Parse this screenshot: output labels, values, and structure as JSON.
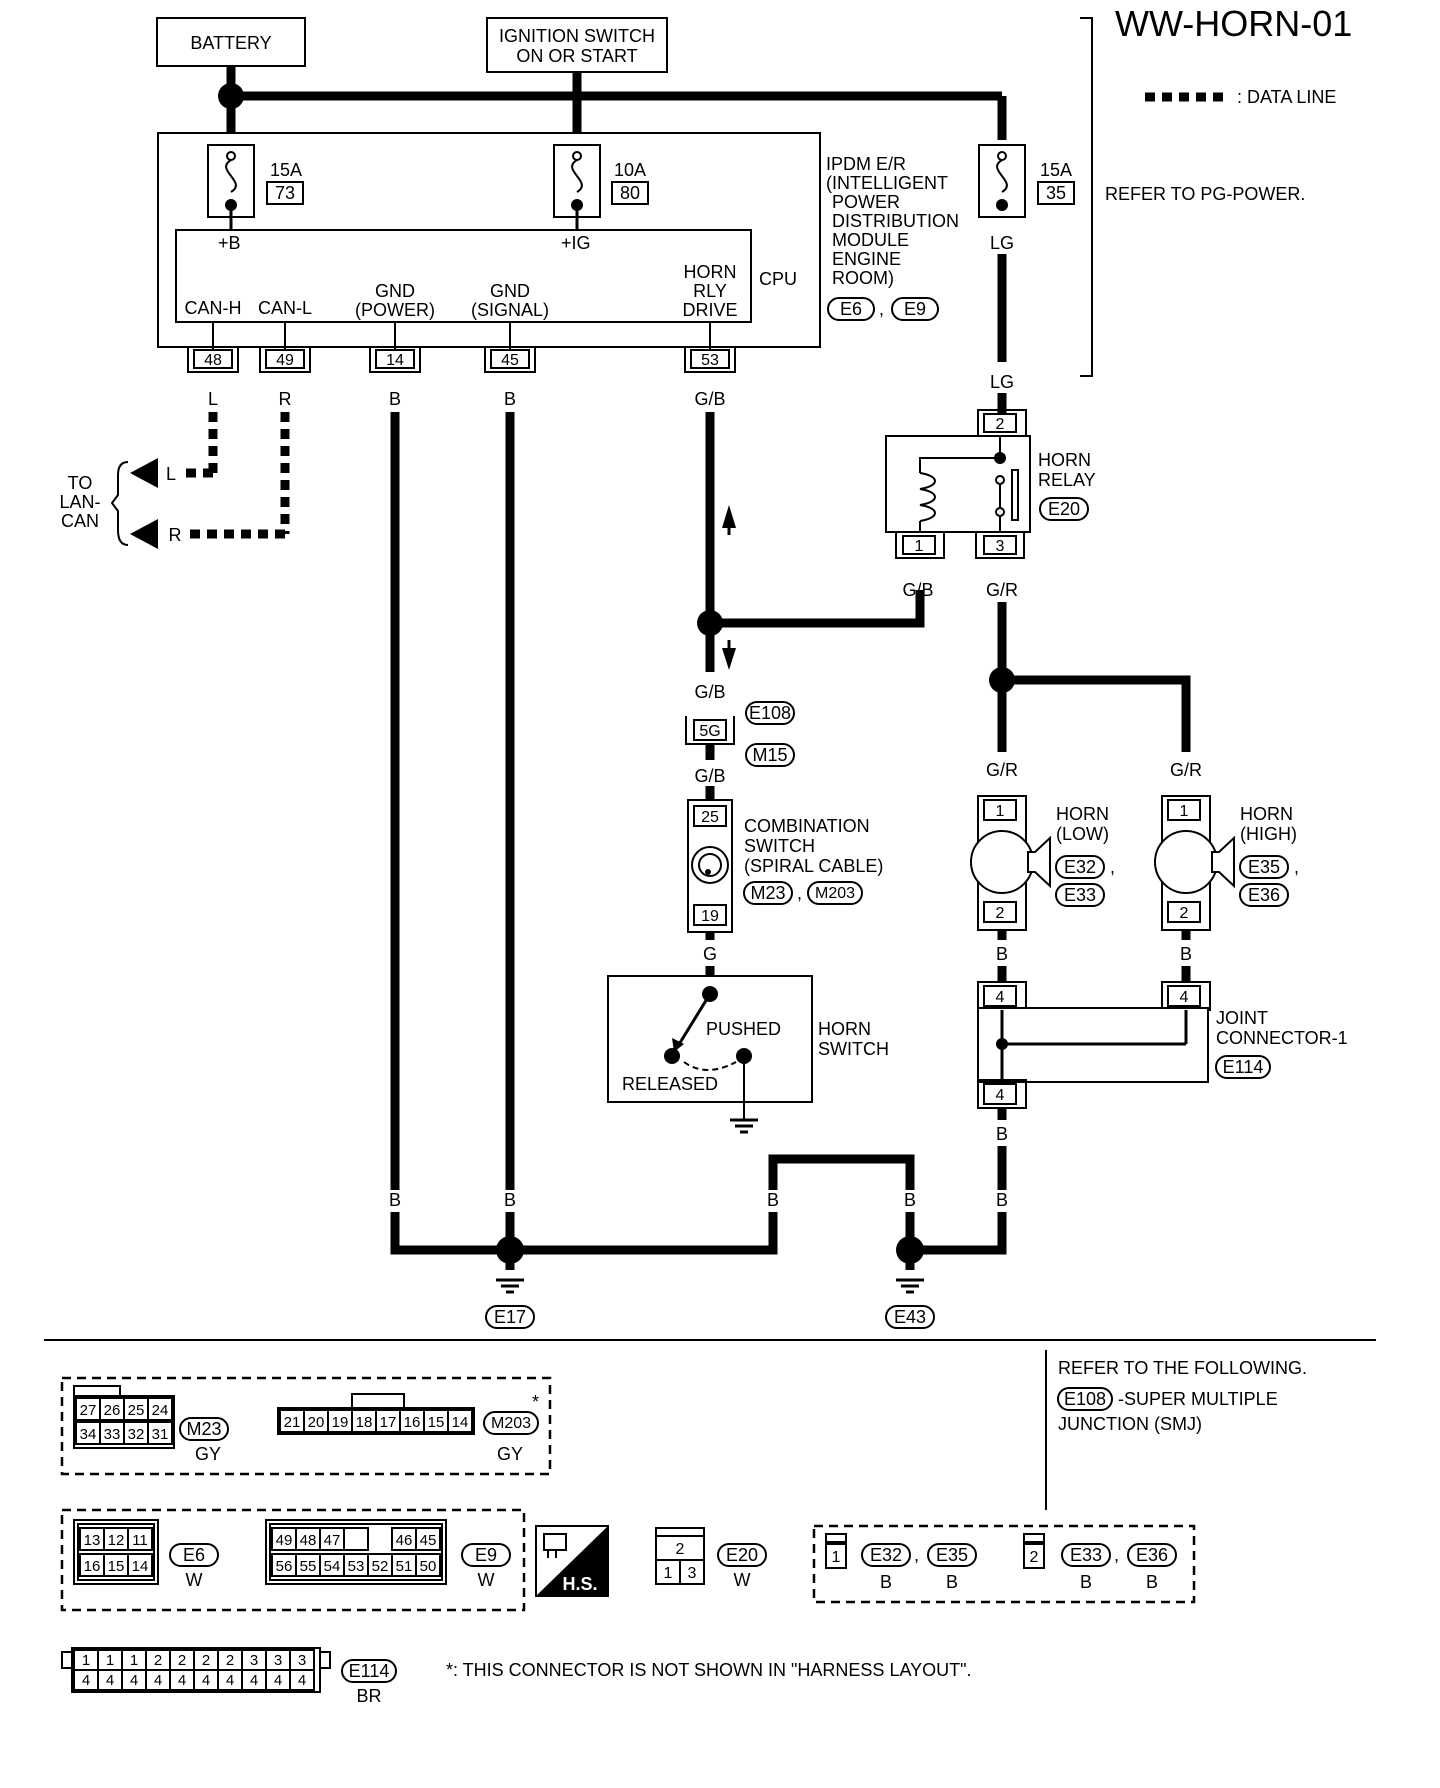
{
  "title": "WW-HORN-01",
  "legend": {
    "data_line": ": DATA LINE"
  },
  "sources": {
    "battery": "BATTERY",
    "ignition_1": "IGNITION SWITCH",
    "ignition_2": "ON OR START"
  },
  "ipdm": {
    "label": [
      "IPDM E/R",
      "(INTELLIGENT",
      "POWER",
      "DISTRIBUTION",
      "MODULE",
      "ENGINE",
      "ROOM)"
    ],
    "connectors": [
      "E6",
      "E9"
    ],
    "cpu": "CPU",
    "fuse_b": {
      "amp": "15A",
      "no": "73",
      "term": "+B"
    },
    "fuse_ig": {
      "amp": "10A",
      "no": "80",
      "term": "+IG"
    },
    "pins": [
      {
        "label": [
          "CAN-H"
        ],
        "no": "48",
        "color": "L"
      },
      {
        "label": [
          "CAN-L"
        ],
        "no": "49",
        "color": "R"
      },
      {
        "label": [
          "GND",
          "(POWER)"
        ],
        "no": "14",
        "color": "B"
      },
      {
        "label": [
          "GND",
          "(SIGNAL)"
        ],
        "no": "45",
        "color": "B"
      },
      {
        "label": [
          "HORN",
          "RLY",
          "DRIVE"
        ],
        "no": "53",
        "color": "G/B"
      }
    ]
  },
  "fuse35": {
    "amp": "15A",
    "no": "35",
    "color_out": "LG",
    "color_in": "LG"
  },
  "refer_pg": "REFER TO PG-POWER.",
  "lan": {
    "label": [
      "TO",
      "LAN-",
      "CAN"
    ],
    "l": "L",
    "r": "R"
  },
  "relay": {
    "label": [
      "HORN",
      "RELAY"
    ],
    "conn": "E20",
    "pin_top": "2",
    "pin_coil": "1",
    "pin_sw": "3",
    "wire_coil": "G/B",
    "wire_sw": "G/R"
  },
  "smj": {
    "pin": "5G",
    "conn_top": "E108",
    "conn_bot": "M15",
    "wire_top": "G/B",
    "wire_bot": "G/B"
  },
  "combo": {
    "label": [
      "COMBINATION",
      "SWITCH",
      "(SPIRAL CABLE)"
    ],
    "pin_top": "25",
    "pin_bot": "19",
    "conn1": "M23",
    "conn2": "M203",
    "wire": "G"
  },
  "horn_switch": {
    "label": [
      "HORN",
      "SWITCH"
    ],
    "pushed": "PUSHED",
    "released": "RELEASED"
  },
  "horn_low": {
    "label": [
      "HORN",
      "(LOW)"
    ],
    "conn1": "E32",
    "conn2": "E33",
    "pin1": "1",
    "pin2": "2",
    "wire_in": "G/R",
    "wire_out": "B"
  },
  "horn_high": {
    "label": [
      "HORN",
      "(HIGH)"
    ],
    "conn1": "E35",
    "conn2": "E36",
    "pin1": "1",
    "pin2": "2",
    "wire_in": "G/R",
    "wire_out": "B"
  },
  "joint": {
    "label": [
      "JOINT",
      "CONNECTOR-1"
    ],
    "conn": "E114",
    "pin": "4",
    "wire": "B"
  },
  "grounds": {
    "g1": "E17",
    "g2": "E43",
    "wire": "B"
  },
  "comma": ",",
  "refer_following": [
    "REFER TO THE FOLLOWING.",
    "-SUPER MULTIPLE",
    "JUNCTION (SMJ)"
  ],
  "refer_conn": "E108",
  "note": "*: THIS CONNECTOR IS NOT SHOWN IN \"HARNESS LAYOUT\".",
  "star": "*",
  "hs": "H.S.",
  "conn_views": {
    "m23": {
      "name": "M23",
      "color": "GY",
      "row1": [
        "27",
        "26",
        "25",
        "24"
      ],
      "row2": [
        "34",
        "33",
        "32",
        "31"
      ]
    },
    "m203": {
      "name": "M203",
      "color": "GY",
      "row": [
        "21",
        "20",
        "19",
        "18",
        "17",
        "16",
        "15",
        "14"
      ]
    },
    "e6": {
      "name": "E6",
      "color": "W",
      "row1": [
        "13",
        "12",
        "11"
      ],
      "row2": [
        "16",
        "15",
        "14"
      ]
    },
    "e9": {
      "name": "E9",
      "color": "W",
      "row1": [
        "49",
        "48",
        "47",
        "",
        "46",
        "45"
      ],
      "row2": [
        "56",
        "55",
        "54",
        "53",
        "52",
        "51",
        "50"
      ]
    },
    "e20": {
      "name": "E20",
      "color": "W",
      "top": "2",
      "bot": [
        "1",
        "3"
      ]
    },
    "e32": {
      "pin": "1",
      "conns": [
        "E32",
        "E35"
      ],
      "colors": [
        "B",
        "B"
      ]
    },
    "e33": {
      "pin": "2",
      "conns": [
        "E33",
        "E36"
      ],
      "colors": [
        "B",
        "B"
      ]
    },
    "e114": {
      "name": "E114",
      "color": "BR",
      "row1": [
        "1",
        "1",
        "1",
        "2",
        "2",
        "2",
        "2",
        "3",
        "3",
        "3"
      ],
      "row2": [
        "4",
        "4",
        "4",
        "4",
        "4",
        "4",
        "4",
        "4",
        "4",
        "4"
      ]
    }
  }
}
